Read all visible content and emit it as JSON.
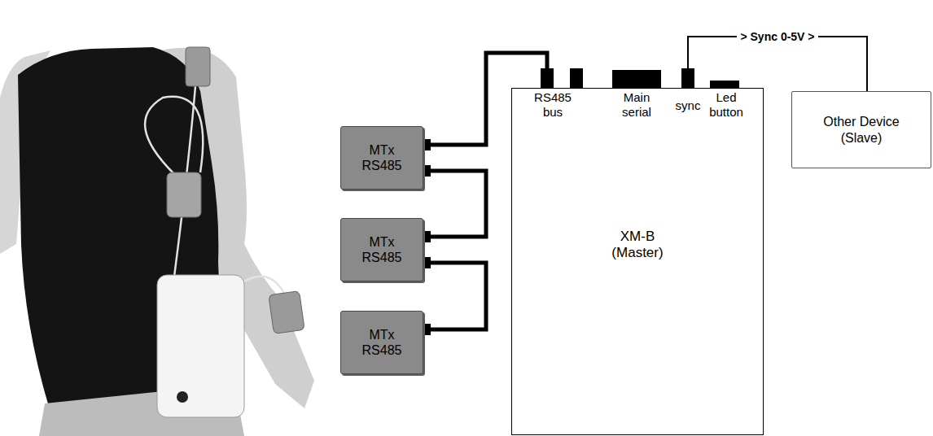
{
  "diagram": {
    "nodes": [
      {
        "text": [
          "MTx RS485"
        ]
      },
      {
        "text": [
          "MTx RS485"
        ]
      },
      {
        "text": [
          "MTx RS485"
        ]
      },
      {
        "text": [
          "XM-B (Master)"
        ]
      },
      {
        "text": [
          "Other Device (Slave)"
        ]
      }
    ],
    "edges": [
      {
        "from": 0,
        "to": 3,
        "arrow": "none"
      },
      {
        "from": 0,
        "to": 1,
        "arrow": "none"
      },
      {
        "from": 1,
        "to": 2,
        "arrow": "none"
      },
      {
        "from": 3,
        "to": 4,
        "label": "> Sync 0-5V >",
        "arrow": "none"
      }
    ],
    "labels": [
      "RS485 bus",
      "Main serial",
      "sync",
      "Led button"
    ]
  }
}
